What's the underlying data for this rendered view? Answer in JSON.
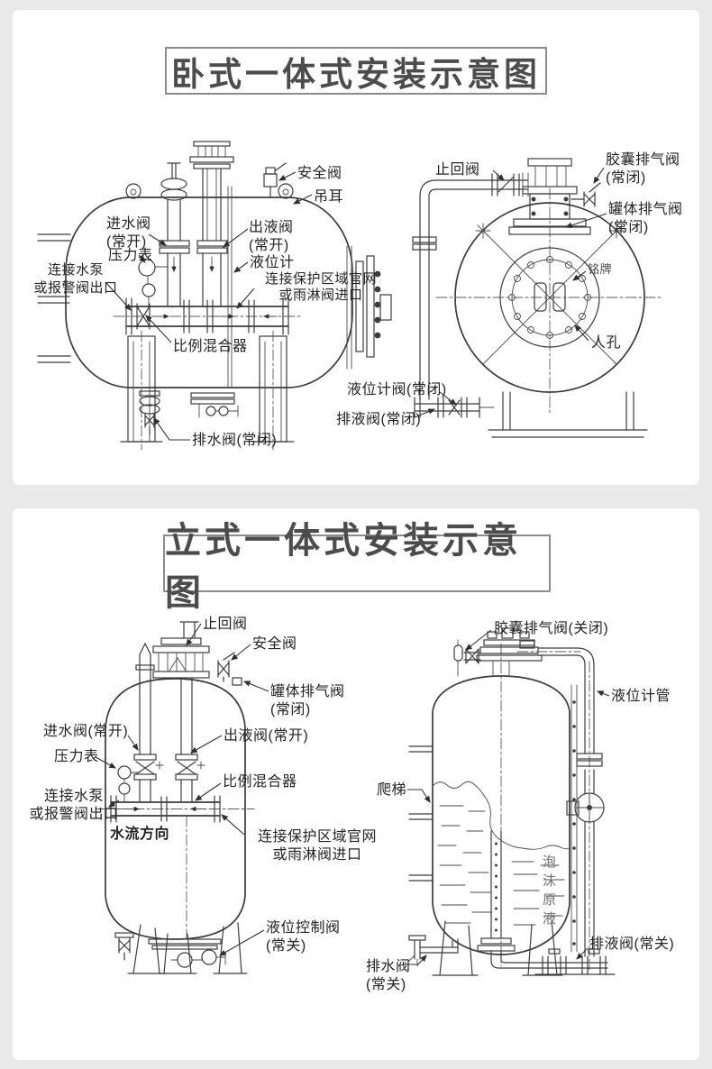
{
  "theme": {
    "bg": "#e9e9e9",
    "panel": "#ffffff",
    "line": "#3c3c3c",
    "text": "#242424",
    "title": "#4c4c4c"
  },
  "panel1": {
    "title": "卧式一体式安装示意图",
    "labels": {
      "inlet_valve": "进水阀\n(常开)",
      "pressure_gauge": "压力表",
      "pump_outlet": "连接水泵\n或报警阀出口",
      "safety_valve": "安全阀",
      "lifting_lug": "吊耳",
      "outlet_valve": "出液阀\n(常开)",
      "level_gauge": "液位计",
      "protection_inlet": "连接保护区域官网\n或雨淋阀进口",
      "mixer": "比例混合器",
      "drain_valve": "排水阀(常闭)",
      "check_valve": "止回阀",
      "bladder_vent": "胶囊排气阀\n(常闭)",
      "tank_vent": "罐体排气阀\n(常闭)",
      "nameplate": "铭牌",
      "manhole": "人孔",
      "level_gauge_valve": "液位计阀(常闭)",
      "liquid_drain_valve": "排液阀(常闭)"
    }
  },
  "panel2": {
    "title": "立式一体式安装示意图",
    "labels": {
      "check_valve": "止回阀",
      "safety_valve": "安全阀",
      "tank_vent": "罐体排气阀\n(常闭)",
      "inlet_valve": "进水阀(常开)",
      "outlet_valve": "出液阀(常开)",
      "pressure_gauge": "压力表",
      "pump_outlet": "连接水泵\n或报警阀出口",
      "flow_direction": "水流方向",
      "mixer": "比例混合器",
      "protection_inlet": "连接保护区域官网\n或雨淋阀进口",
      "level_control_valve": "液位控制阀\n(常关)",
      "bladder_vent": "胶囊排气阀(关闭)",
      "level_pipe": "液位计管",
      "ladder": "爬梯",
      "foam_liquid": "泡沫原液",
      "drain_valve": "排水阀\n(常关)",
      "liquid_drain_valve": "排液阀(常关)"
    }
  }
}
